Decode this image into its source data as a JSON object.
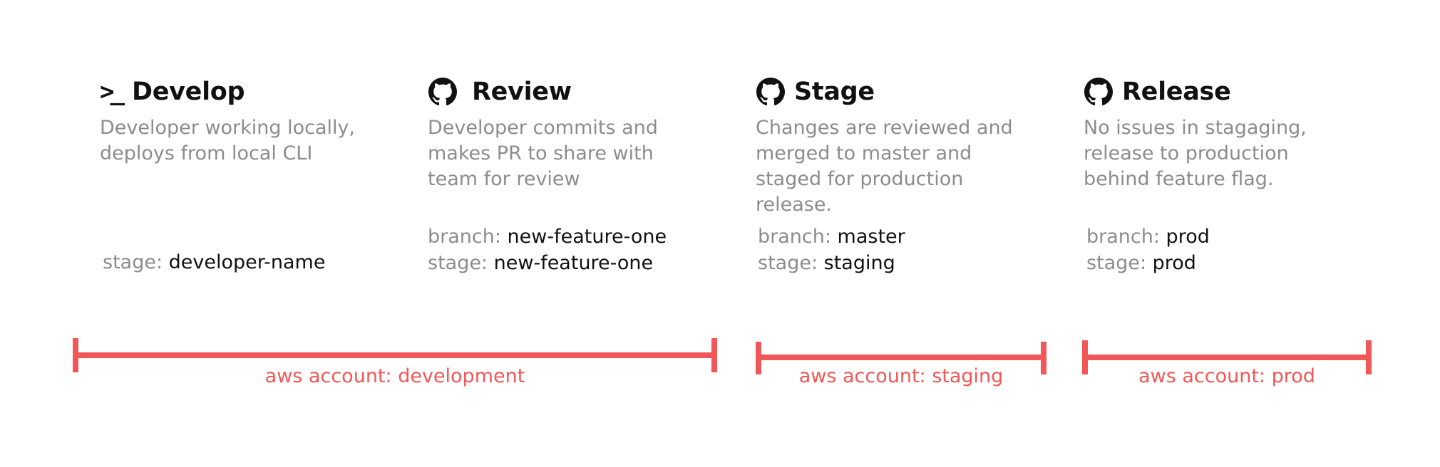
{
  "stages": [
    {
      "title": "Develop",
      "icon": "terminal-icon",
      "description": "Developer working locally, deploys from local CLI",
      "details": [
        {
          "key": "stage:",
          "value": "developer-name"
        }
      ]
    },
    {
      "title": "Review",
      "icon": "github-icon",
      "description": "Developer commits and makes PR to share with team for review",
      "details": [
        {
          "key": "branch:",
          "value": "new-feature-one"
        },
        {
          "key": "stage:",
          "value": "new-feature-one"
        }
      ]
    },
    {
      "title": "Stage",
      "icon": "github-icon",
      "description": "Changes are reviewed and merged to master and staged for production release.",
      "details": [
        {
          "key": "branch:",
          "value": "master"
        },
        {
          "key": "stage:",
          "value": "staging"
        }
      ]
    },
    {
      "title": "Release",
      "icon": "github-icon",
      "description": "No issues in stagaging, release to production behind feature flag.",
      "details": [
        {
          "key": "branch:",
          "value": "prod"
        },
        {
          "key": "stage:",
          "value": "prod"
        }
      ]
    }
  ],
  "accounts": [
    {
      "label": "aws account: development"
    },
    {
      "label": "aws account: staging"
    },
    {
      "label": "aws account: prod"
    }
  ],
  "colors": {
    "accent": "#f25757",
    "muted_text": "#8c8c8c",
    "strong_text": "#111111"
  }
}
